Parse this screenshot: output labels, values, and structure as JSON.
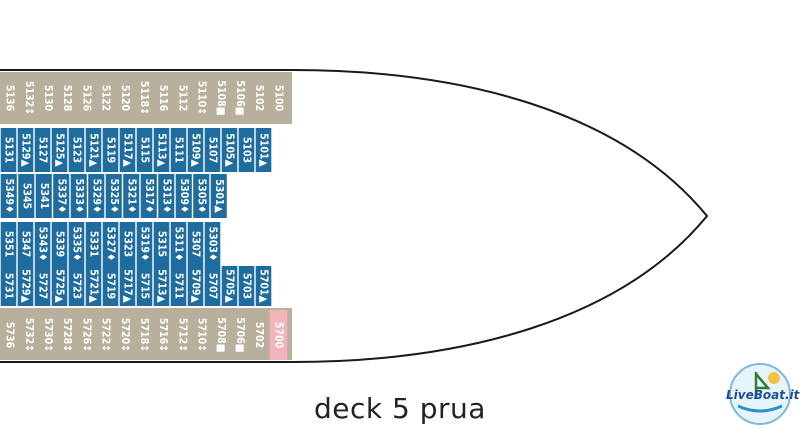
{
  "caption": "deck 5 prua",
  "logo": {
    "text_live": "Live",
    "text_boat": "Boat",
    "text_domain": ".it"
  },
  "colors": {
    "outer_cabin": "#b7b09c",
    "balcony_cabin": "#1f6d9e",
    "suite_cabin": "#f2b4ba",
    "hull_line": "#1a1a1a",
    "cabin_text": "#ffffff",
    "suite_text": "#ffffff"
  },
  "cabins": {
    "top_row": [
      {
        "num": "5136",
        "mark": ""
      },
      {
        "num": "5132",
        "mark": "↕"
      },
      {
        "num": "5130",
        "mark": ""
      },
      {
        "num": "5128",
        "mark": ""
      },
      {
        "num": "5126",
        "mark": ""
      },
      {
        "num": "5122",
        "mark": ""
      },
      {
        "num": "5120",
        "mark": ""
      },
      {
        "num": "5118",
        "mark": "↕"
      },
      {
        "num": "5116",
        "mark": ""
      },
      {
        "num": "5112",
        "mark": ""
      },
      {
        "num": "5110",
        "mark": "↕"
      },
      {
        "num": "5108",
        "mark": "■"
      },
      {
        "num": "5106",
        "mark": "■"
      },
      {
        "num": "5102",
        "mark": ""
      },
      {
        "num": "5100",
        "mark": ""
      }
    ],
    "upper_balcony_a": [
      {
        "num": "5131",
        "mark": ""
      },
      {
        "num": "5129",
        "mark": "▲"
      },
      {
        "num": "5127",
        "mark": ""
      },
      {
        "num": "5125",
        "mark": "▲"
      },
      {
        "num": "5123",
        "mark": ""
      },
      {
        "num": "5121",
        "mark": "▲"
      },
      {
        "num": "5119",
        "mark": ""
      },
      {
        "num": "5117",
        "mark": "▲"
      },
      {
        "num": "5115",
        "mark": ""
      },
      {
        "num": "5113",
        "mark": "▲"
      },
      {
        "num": "5111",
        "mark": ""
      },
      {
        "num": "5109",
        "mark": "▲"
      },
      {
        "num": "5107",
        "mark": ""
      },
      {
        "num": "5105",
        "mark": "▲"
      },
      {
        "num": "5103",
        "mark": ""
      },
      {
        "num": "5101",
        "mark": "▲"
      }
    ],
    "upper_balcony_b": [
      {
        "num": "5349",
        "mark": "♦"
      },
      {
        "num": "5345",
        "mark": ""
      },
      {
        "num": "5341",
        "mark": ""
      },
      {
        "num": "5337",
        "mark": "♦"
      },
      {
        "num": "5333",
        "mark": "♦"
      },
      {
        "num": "5329",
        "mark": "♦"
      },
      {
        "num": "5325",
        "mark": "♦"
      },
      {
        "num": "5321",
        "mark": "♦"
      },
      {
        "num": "5317",
        "mark": "♦"
      },
      {
        "num": "5313",
        "mark": "♦"
      },
      {
        "num": "5309",
        "mark": "♦"
      },
      {
        "num": "5305",
        "mark": "♦"
      },
      {
        "num": "5301",
        "mark": "▲"
      }
    ],
    "lower_balcony_a": [
      {
        "num": "5351",
        "mark": ""
      },
      {
        "num": "5347",
        "mark": ""
      },
      {
        "num": "5343",
        "mark": "♦"
      },
      {
        "num": "5339",
        "mark": ""
      },
      {
        "num": "5335",
        "mark": "♦"
      },
      {
        "num": "5331",
        "mark": ""
      },
      {
        "num": "5327",
        "mark": "♦"
      },
      {
        "num": "5323",
        "mark": ""
      },
      {
        "num": "5319",
        "mark": "♦"
      },
      {
        "num": "5315",
        "mark": ""
      },
      {
        "num": "5311",
        "mark": "♦"
      },
      {
        "num": "5307",
        "mark": ""
      },
      {
        "num": "5303",
        "mark": "♦"
      }
    ],
    "lower_balcony_b": [
      {
        "num": "5731",
        "mark": ""
      },
      {
        "num": "5729",
        "mark": "▲"
      },
      {
        "num": "5727",
        "mark": ""
      },
      {
        "num": "5725",
        "mark": "▲"
      },
      {
        "num": "5723",
        "mark": ""
      },
      {
        "num": "5721",
        "mark": "▲"
      },
      {
        "num": "5719",
        "mark": ""
      },
      {
        "num": "5717",
        "mark": "▲"
      },
      {
        "num": "5715",
        "mark": ""
      },
      {
        "num": "5713",
        "mark": "▲"
      },
      {
        "num": "5711",
        "mark": ""
      },
      {
        "num": "5709",
        "mark": "▲"
      },
      {
        "num": "5707",
        "mark": ""
      },
      {
        "num": "5705",
        "mark": "▲"
      },
      {
        "num": "5703",
        "mark": ""
      },
      {
        "num": "5701",
        "mark": "▲"
      }
    ],
    "bottom_row": [
      {
        "num": "5736",
        "mark": ""
      },
      {
        "num": "5732",
        "mark": "↕"
      },
      {
        "num": "5730",
        "mark": "↕"
      },
      {
        "num": "5728",
        "mark": "↕"
      },
      {
        "num": "5726",
        "mark": "↕"
      },
      {
        "num": "5722",
        "mark": "↕"
      },
      {
        "num": "5720",
        "mark": "↕"
      },
      {
        "num": "5718",
        "mark": "↕"
      },
      {
        "num": "5716",
        "mark": "↕"
      },
      {
        "num": "5712",
        "mark": "↕"
      },
      {
        "num": "5710",
        "mark": "↕"
      },
      {
        "num": "5708",
        "mark": "■"
      },
      {
        "num": "5706",
        "mark": "■"
      },
      {
        "num": "5702",
        "mark": ""
      },
      {
        "num": "5700",
        "mark": ""
      }
    ]
  }
}
